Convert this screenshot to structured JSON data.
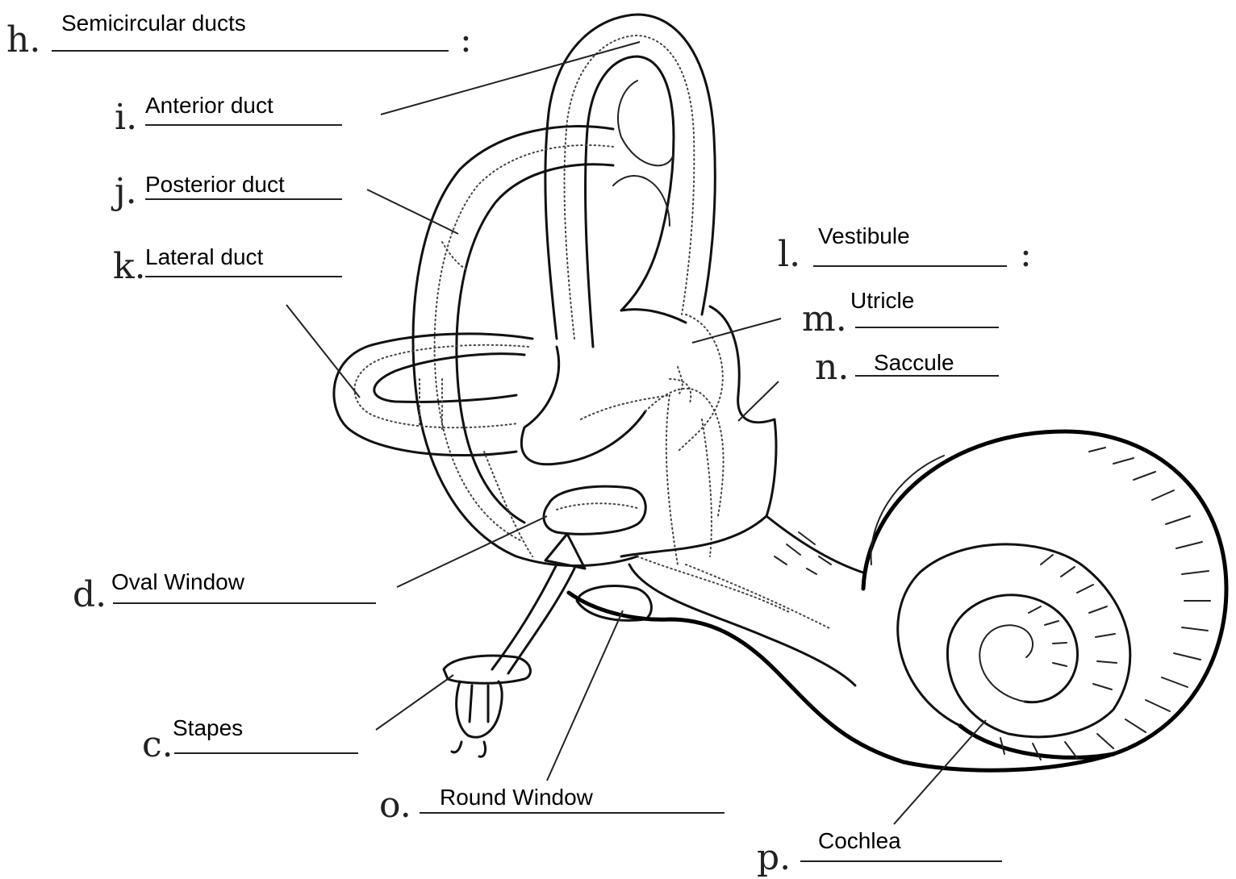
{
  "labels": {
    "h": {
      "letter": "h.",
      "answer": "Semicircular ducts",
      "suffix": ":"
    },
    "i": {
      "letter": "i.",
      "answer": "Anterior duct"
    },
    "j": {
      "letter": "j.",
      "answer": "Posterior duct"
    },
    "k": {
      "letter": "k.",
      "answer": "Lateral duct"
    },
    "l": {
      "letter": "l.",
      "answer": "Vestibule",
      "suffix": ":"
    },
    "m": {
      "letter": "m.",
      "answer": "Utricle"
    },
    "n": {
      "letter": "n.",
      "answer": "Saccule"
    },
    "d": {
      "letter": "d.",
      "answer": "Oval Window"
    },
    "c": {
      "letter": "c.",
      "answer": "Stapes"
    },
    "o": {
      "letter": "o.",
      "answer": "Round Window"
    },
    "p": {
      "letter": "p.",
      "answer": "Cochlea"
    }
  }
}
